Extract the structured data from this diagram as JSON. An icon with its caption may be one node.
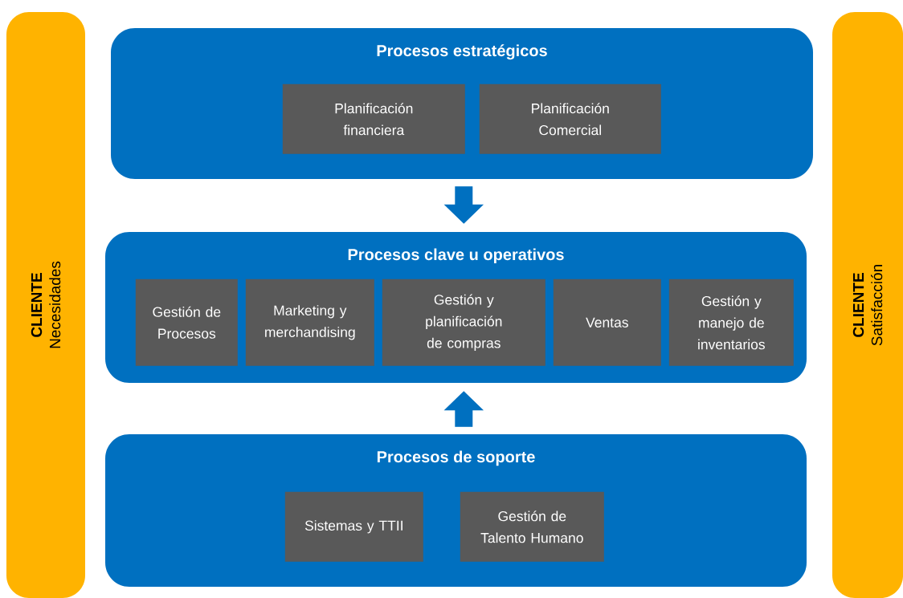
{
  "diagram": {
    "nodes": [
      {
        "text": [
          "CLIENTE",
          "Necesidades"
        ]
      },
      {
        "text": [
          "CLIENTE",
          "Satisfacción"
        ]
      },
      {
        "text": [
          "Procesos estratégicos"
        ]
      },
      {
        "text": [
          "Planificación financiera"
        ],
        "in": 2
      },
      {
        "text": [
          "Planificación Comercial"
        ],
        "in": 2
      },
      {
        "text": [
          "Procesos clave u operativos"
        ]
      },
      {
        "text": [
          "Gestión de Procesos"
        ],
        "in": 5
      },
      {
        "text": [
          "Marketing y merchandising"
        ],
        "in": 5
      },
      {
        "text": [
          "Gestión y planificación de compras"
        ],
        "in": 5
      },
      {
        "text": [
          "Ventas"
        ],
        "in": 5
      },
      {
        "text": [
          "Gestión y manejo de inventarios"
        ],
        "in": 5
      },
      {
        "text": [
          "Procesos de soporte"
        ]
      },
      {
        "text": [
          "Sistemas y TTII"
        ],
        "in": 11
      },
      {
        "text": [
          "Gestión de Talento Humano"
        ],
        "in": 11
      }
    ],
    "edges": [
      {
        "from": 2,
        "to": 5,
        "arrow": "to"
      },
      {
        "from": 11,
        "to": 5,
        "arrow": "to"
      }
    ]
  }
}
